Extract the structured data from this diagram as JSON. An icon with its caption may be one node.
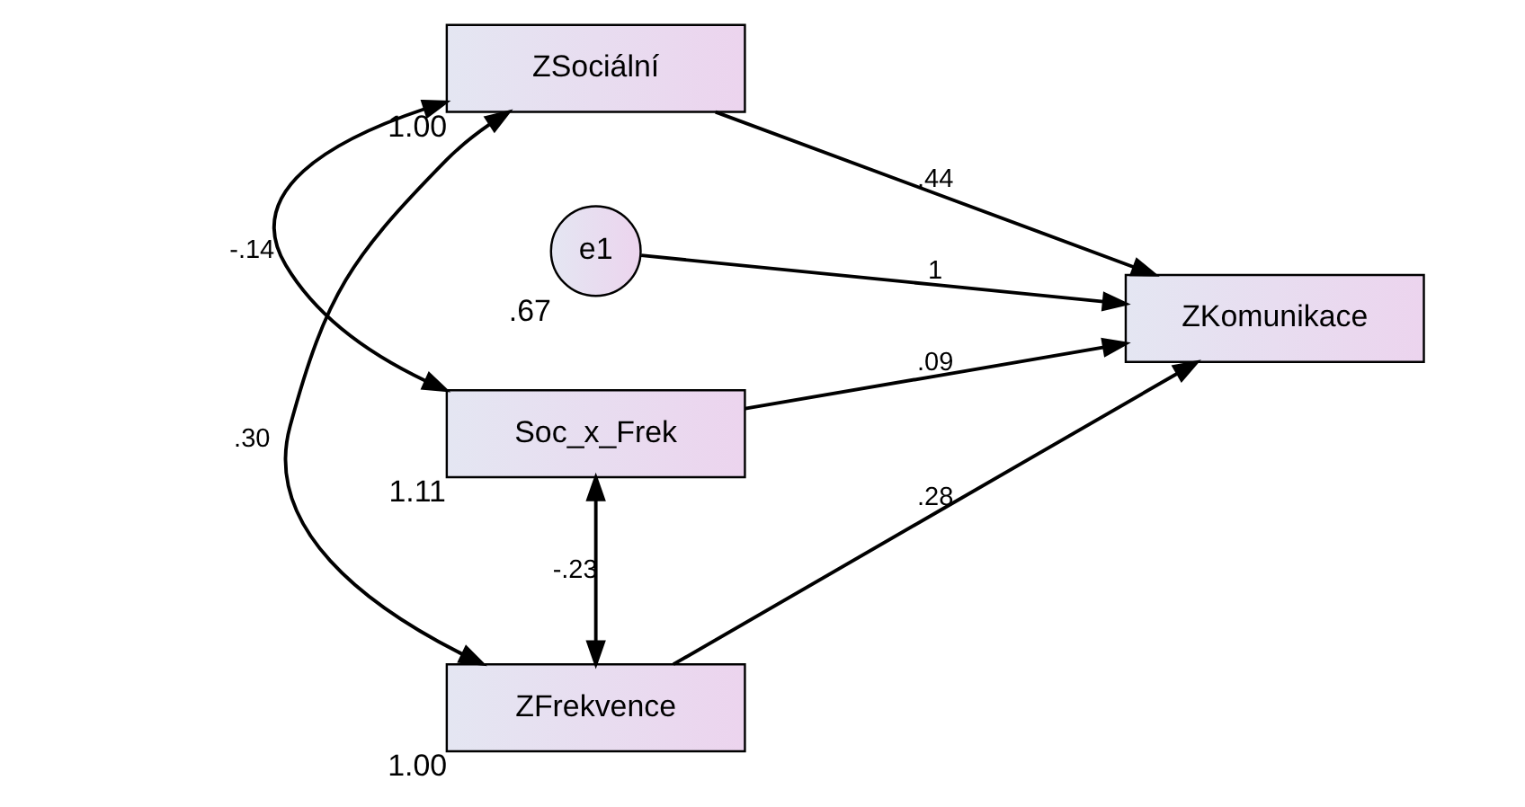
{
  "diagram": {
    "nodes": [
      {
        "text": [
          "ZSociální"
        ],
        "beside": [
          "1.00"
        ]
      },
      {
        "text": [
          "e1"
        ],
        "beside": [
          ".67"
        ]
      },
      {
        "text": [
          "Soc_x_Frek"
        ],
        "beside": [
          "1.11"
        ]
      },
      {
        "text": [
          "ZKomunikace"
        ]
      },
      {
        "text": [
          "ZFrekvence"
        ],
        "beside": [
          "1.00"
        ]
      }
    ],
    "edges": [
      {
        "from": 0,
        "to": 3,
        "arrow": "to",
        "label": ".44"
      },
      {
        "from": 2,
        "to": 3,
        "arrow": "to",
        "label": ".09"
      },
      {
        "from": 4,
        "to": 3,
        "arrow": "to",
        "label": ".28"
      },
      {
        "from": 1,
        "to": 3,
        "arrow": "to",
        "label": "1"
      },
      {
        "from": 0,
        "to": 2,
        "arrow": "both",
        "label": "-.14"
      },
      {
        "from": 2,
        "to": 4,
        "arrow": "both",
        "label": "-.23"
      },
      {
        "from": 0,
        "to": 4,
        "arrow": "both",
        "label": ".30"
      }
    ]
  }
}
